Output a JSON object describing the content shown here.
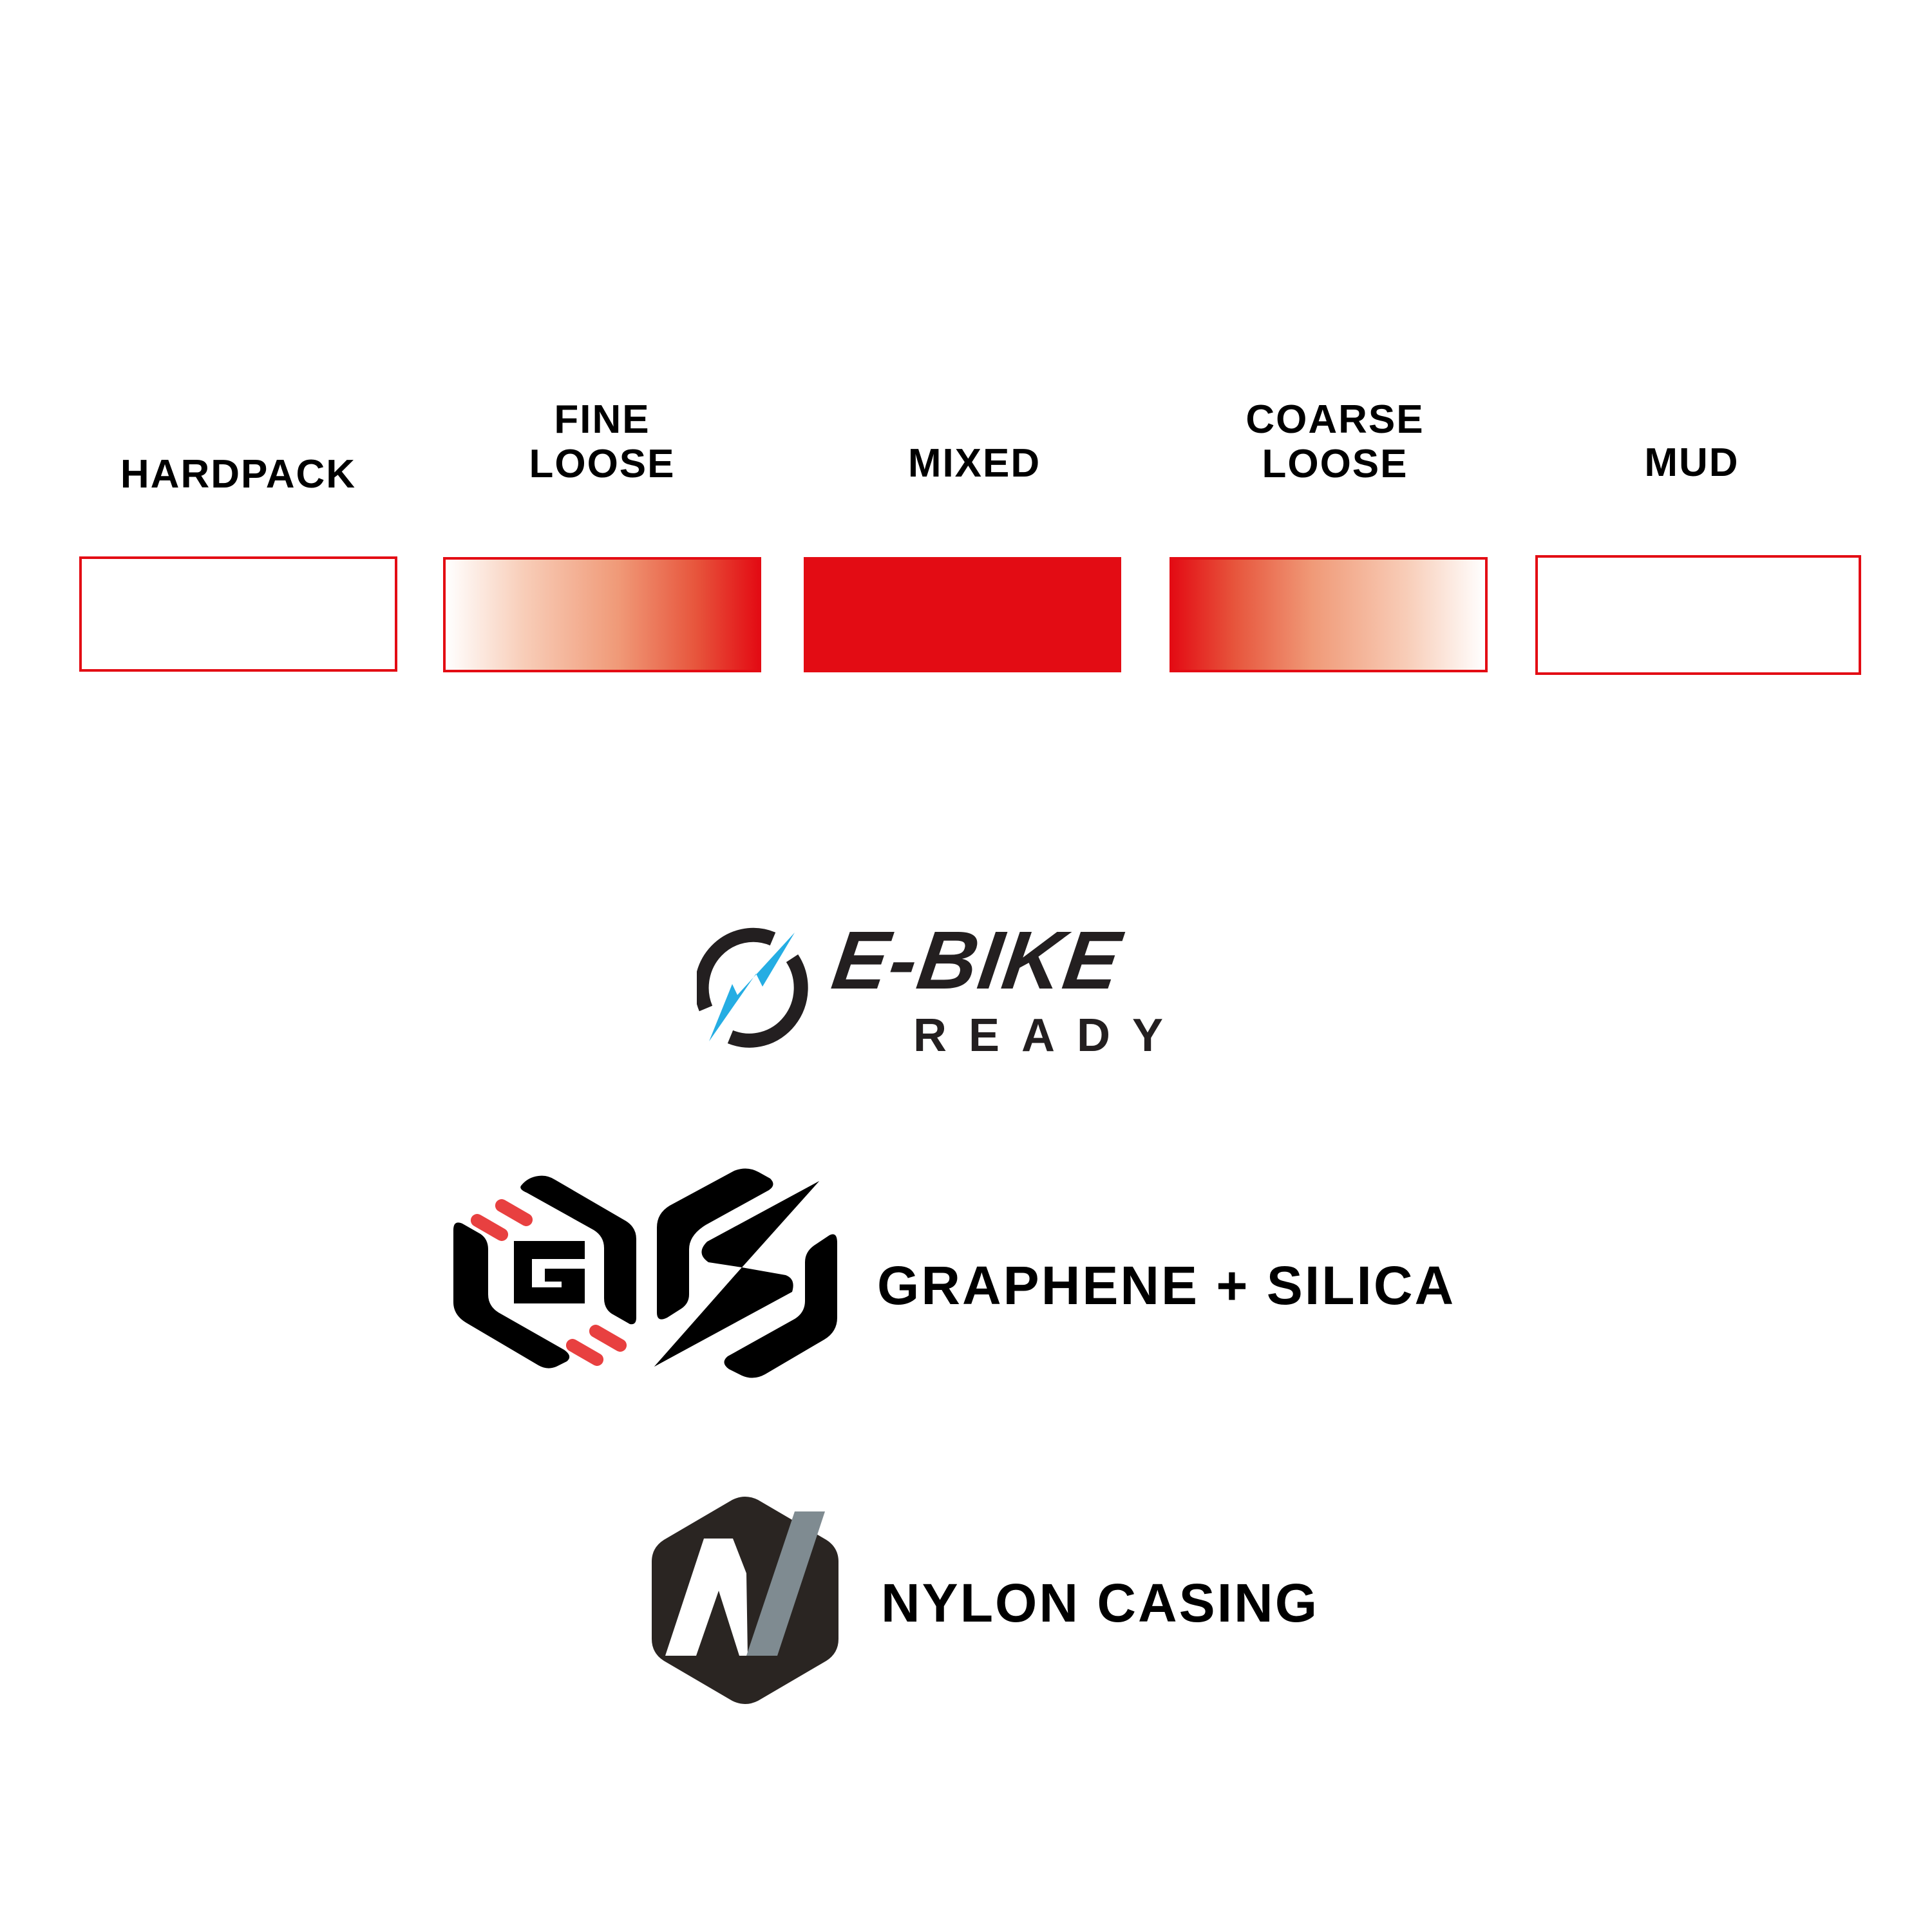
{
  "terrain_scale": {
    "items": [
      {
        "label_lines": [
          "HARDPACK"
        ],
        "fill": "outline"
      },
      {
        "label_lines": [
          "FINE",
          "LOOSE"
        ],
        "fill": "gradient-white-to-red"
      },
      {
        "label_lines": [
          "MIXED"
        ],
        "fill": "solid-red"
      },
      {
        "label_lines": [
          "COARSE",
          "LOOSE"
        ],
        "fill": "gradient-red-to-white"
      },
      {
        "label_lines": [
          "MUD"
        ],
        "fill": "outline"
      }
    ],
    "accent_color": "#E30C14"
  },
  "badges": {
    "ebike": {
      "icon": "lightning-ring-icon",
      "title": "E-BIKE",
      "subtitle": "READY",
      "bolt_color": "#25ADE3",
      "ring_color": "#231F20"
    },
    "compound": {
      "icon": "graphene-silica-hex-icon",
      "label": "GRAPHENE + SILICA",
      "mark_letter": "G",
      "accent_color": "#E84040"
    },
    "casing": {
      "icon": "nylon-hex-icon",
      "label": "NYLON CASING",
      "hex_color": "#2A2522",
      "stripe_color": "#7F8B91"
    }
  }
}
